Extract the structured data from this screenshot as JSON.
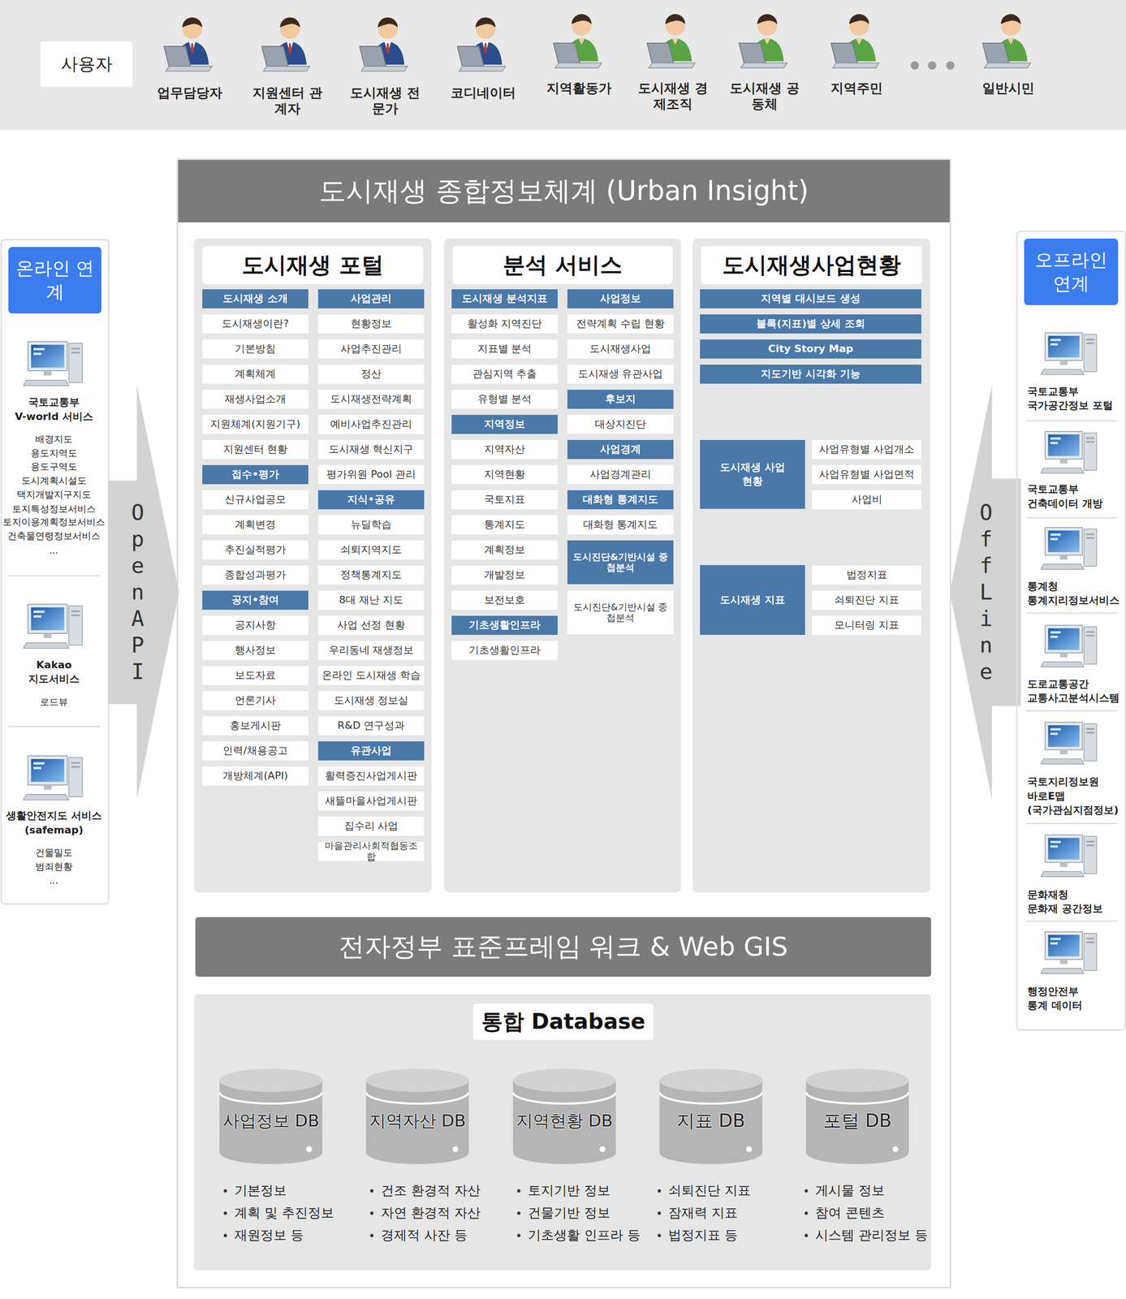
{
  "diagram": {
    "nodes": [
      {
        "text": [
          "사용자"
        ]
      },
      {
        "text": [
          "도시재생 종합정보체계 (Urban Insight)"
        ]
      },
      {
        "text": [
          "도시재생 포털"
        ],
        "in": 1
      },
      {
        "text": [
          "도시재생 소개"
        ],
        "in": 2
      },
      {
        "text": [
          "도시재생이란?"
        ],
        "in": 2
      },
      {
        "text": [
          "기본방침"
        ],
        "in": 2
      },
      {
        "text": [
          "계획체계"
        ],
        "in": 2
      },
      {
        "text": [
          "재생사업소개"
        ],
        "in": 2
      },
      {
        "text": [
          "지원체계(지원기구)"
        ],
        "in": 2
      },
      {
        "text": [
          "지원센터 현황"
        ],
        "in": 2
      },
      {
        "text": [
          "접수•평가"
        ],
        "in": 2
      },
      {
        "text": [
          "신규사업공모"
        ],
        "in": 2
      },
      {
        "text": [
          "계획변경"
        ],
        "in": 2
      },
      {
        "text": [
          "추진실적평가"
        ],
        "in": 2
      },
      {
        "text": [
          "종합성과평가"
        ],
        "in": 2
      },
      {
        "text": [
          "공지•참여"
        ],
        "in": 2
      },
      {
        "text": [
          "공지사항"
        ],
        "in": 2
      },
      {
        "text": [
          "행사정보"
        ],
        "in": 2
      },
      {
        "text": [
          "보도자료"
        ],
        "in": 2
      },
      {
        "text": [
          "언론기사"
        ],
        "in": 2
      },
      {
        "text": [
          "홍보게시판"
        ],
        "in": 2
      },
      {
        "text": [
          "인력/채용공고"
        ],
        "in": 2
      },
      {
        "text": [
          "개방체계(API)"
        ],
        "in": 2
      },
      {
        "text": [
          "사업관리"
        ],
        "in": 2
      },
      {
        "text": [
          "현황정보"
        ],
        "in": 2
      },
      {
        "text": [
          "사업추진관리"
        ],
        "in": 2
      },
      {
        "text": [
          "정산"
        ],
        "in": 2
      },
      {
        "text": [
          "도시재생전략계획"
        ],
        "in": 2
      },
      {
        "text": [
          "예비사업추진관리"
        ],
        "in": 2
      },
      {
        "text": [
          "도시재생 혁신지구"
        ],
        "in": 2
      },
      {
        "text": [
          "평가위원 Pool 관리"
        ],
        "in": 2
      },
      {
        "text": [
          "지식•공유"
        ],
        "in": 2
      },
      {
        "text": [
          "뉴딜학습"
        ],
        "in": 2
      },
      {
        "text": [
          "쇠퇴지역지도"
        ],
        "in": 2
      },
      {
        "text": [
          "정책통계지도"
        ],
        "in": 2
      },
      {
        "text": [
          "8대 재난 지도"
        ],
        "in": 2
      },
      {
        "text": [
          "사업 선정 현황"
        ],
        "in": 2
      },
      {
        "text": [
          "우리동네 재생정보"
        ],
        "in": 2
      },
      {
        "text": [
          "온라인 도시재생 학습"
        ],
        "in": 2
      },
      {
        "text": [
          "도시재생 정보실"
        ],
        "in": 2
      },
      {
        "text": [
          "R&D 연구성과"
        ],
        "in": 2
      },
      {
        "text": [
          "유관사업"
        ],
        "in": 2
      },
      {
        "text": [
          "활력증진사업게시판"
        ],
        "in": 2
      },
      {
        "text": [
          "새뜰마을사업게시판"
        ],
        "in": 2
      },
      {
        "text": [
          "집수리 사업"
        ],
        "in": 2
      },
      {
        "text": [
          "마을관리사회적협동조합"
        ],
        "in": 2
      },
      {
        "text": [
          "분석 서비스"
        ],
        "in": 1
      },
      {
        "text": [
          "도시재생 분석지표"
        ],
        "in": 46
      },
      {
        "text": [
          "활성화 지역진단"
        ],
        "in": 46
      },
      {
        "text": [
          "지표별 분석"
        ],
        "in": 46
      },
      {
        "text": [
          "관심지역 추출"
        ],
        "in": 46
      },
      {
        "text": [
          "유형별 분석"
        ],
        "in": 46
      },
      {
        "text": [
          "지역정보"
        ],
        "in": 46
      },
      {
        "text": [
          "지역자산"
        ],
        "in": 46
      },
      {
        "text": [
          "지역현황"
        ],
        "in": 46
      },
      {
        "text": [
          "국토지표"
        ],
        "in": 46
      },
      {
        "text": [
          "통계지도"
        ],
        "in": 46
      },
      {
        "text": [
          "계획정보"
        ],
        "in": 46
      },
      {
        "text": [
          "개발정보"
        ],
        "in": 46
      },
      {
        "text": [
          "보전보호"
        ],
        "in": 46
      },
      {
        "text": [
          "기초생활인프라"
        ],
        "in": 46
      },
      {
        "text": [
          "기초생활인프라"
        ],
        "in": 46
      },
      {
        "text": [
          "사업정보"
        ],
        "in": 46
      },
      {
        "text": [
          "전략계획 수립 현황"
        ],
        "in": 46
      },
      {
        "text": [
          "도시재생사업"
        ],
        "in": 46
      },
      {
        "text": [
          "도시재생 유관사업"
        ],
        "in": 46
      },
      {
        "text": [
          "후보지"
        ],
        "in": 46
      },
      {
        "text": [
          "대상지진단"
        ],
        "in": 46
      },
      {
        "text": [
          "사업경계"
        ],
        "in": 46
      },
      {
        "text": [
          "사업경계관리"
        ],
        "in": 46
      },
      {
        "text": [
          "대화형 통계지도"
        ],
        "in": 46
      },
      {
        "text": [
          "대화형 통계지도"
        ],
        "in": 46
      },
      {
        "text": [
          "도시진단&기반시설 중첩분석"
        ],
        "in": 46
      },
      {
        "text": [
          "도시진단&기반시설 중첩분석"
        ],
        "in": 46
      },
      {
        "text": [
          "도시재생사업현황"
        ],
        "in": 1
      },
      {
        "text": [
          "지역별 대시보드 생성"
        ],
        "in": 74
      },
      {
        "text": [
          "블록(지표)별 상세 조회"
        ],
        "in": 74
      },
      {
        "text": [
          "City Story Map"
        ],
        "in": 74
      },
      {
        "text": [
          "지도기반 시각화 기능"
        ],
        "in": 74
      },
      {
        "text": [
          "도시재생 사업현황"
        ],
        "in": 74
      },
      {
        "text": [
          "사업유형별 사업개소"
        ],
        "in": 74
      },
      {
        "text": [
          "사업유형별 사업면적"
        ],
        "in": 74
      },
      {
        "text": [
          "사업비"
        ],
        "in": 74
      },
      {
        "text": [
          "도시재생 지표"
        ],
        "in": 74
      },
      {
        "text": [
          "법정지표"
        ],
        "in": 74
      },
      {
        "text": [
          "쇠퇴진단 지표"
        ],
        "in": 74
      },
      {
        "text": [
          "모니터링 지표"
        ],
        "in": 74
      },
      {
        "text": [
          "전자정부 표준프레임 워크 & Web GIS"
        ],
        "in": 1
      },
      {
        "text": [
          "통합 Database"
        ],
        "in": 1
      },
      {
        "text": [
          "사업정보 DB"
        ],
        "in": 88
      },
      {
        "text": [
          "지역자산 DB"
        ],
        "in": 88
      },
      {
        "text": [
          "지역현황 DB"
        ],
        "in": 88
      },
      {
        "text": [
          "지표 DB"
        ],
        "in": 88
      },
      {
        "text": [
          "포털 DB"
        ],
        "in": 88
      },
      {
        "text": [
          "온라인 연계"
        ]
      },
      {
        "text": [
          "Open API"
        ]
      },
      {
        "text": [
          "Off Line"
        ]
      },
      {
        "text": [
          "오프라인 연계"
        ]
      }
    ],
    "labels": [
      "업무담당자",
      "지원센터 관계자",
      "도시재생 전문가",
      "코디네이터",
      "지역활동가",
      "도시재생 경제조직",
      "도시재생 공동체",
      "지역주민",
      "일반시민",
      "국토교통부",
      "V-world 서비스",
      "배경지도",
      "용도지역도",
      "용도구역도",
      "도시계획시설도",
      "택지개발지구지도",
      "토지특성정보서비스",
      "토지이용계획정보서비스",
      "건축물연령정보서비스",
      "...",
      "Kakao",
      "지도서비스",
      "로드뷰",
      "생활안전지도 서비스",
      "(safemap)",
      "건물밀도",
      "범죄현황",
      "...",
      "국토교통부",
      "국가공간정보 포털",
      "국토교통부",
      "건축데이터 개방",
      "통계청",
      "통계지리정보서비스",
      "도로교통공간",
      "교통사고분석시스템",
      "국토지리정보원",
      "바로E맵",
      "(국가관심지점정보)",
      "문화재청",
      "문화재 공간정보",
      "행정안전부",
      "통계 데이터",
      "기본정보",
      "계획 및 추진정보",
      "재원정보 등",
      "건조 환경적 자산",
      "자연 환경적 자산",
      "경제적 사잔 등",
      "토지기반 정보",
      "건물기반 정보",
      "기초생활 인프라 등",
      "쇠퇴진단 지표",
      "잠재력 지표",
      "법정지표 등",
      "게시물 정보",
      "참여 콘텐츠",
      "시스템 관리정보 등"
    ]
  }
}
